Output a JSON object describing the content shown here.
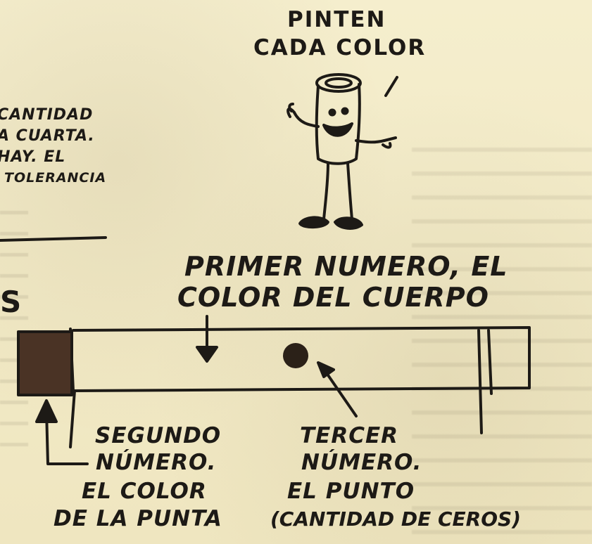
{
  "top_caption": {
    "line1": "PINTEN",
    "line2": "CADA COLOR"
  },
  "left_fragment": {
    "line1": "CANTIDAD",
    "line2": "A CUARTA.",
    "line3": "HAY. EL",
    "line4": "TOLERANCIA",
    "letter": "S"
  },
  "first_number_label": {
    "line1": "PRIMER NUMERO, EL",
    "line2": "COLOR DEL CUERPO"
  },
  "second_number_label": {
    "line1": "SEGUNDO",
    "line2": "NÚMERO.",
    "line3": "EL COLOR",
    "line4": "DE LA PUNTA"
  },
  "third_number_label": {
    "line1": "TERCER",
    "line2": "NÚMERO.",
    "line3": "EL PUNTO",
    "line4": "(CANTIDAD DE CEROS)"
  },
  "colors": {
    "paper": "#f3ecc9",
    "ink": "#1d1a16",
    "tip": "#4a3325",
    "dot": "#2b2118"
  },
  "icons": [
    "crayon-character-icon",
    "component-diagram-icon",
    "arrow-down-icon",
    "arrow-up-icon"
  ]
}
